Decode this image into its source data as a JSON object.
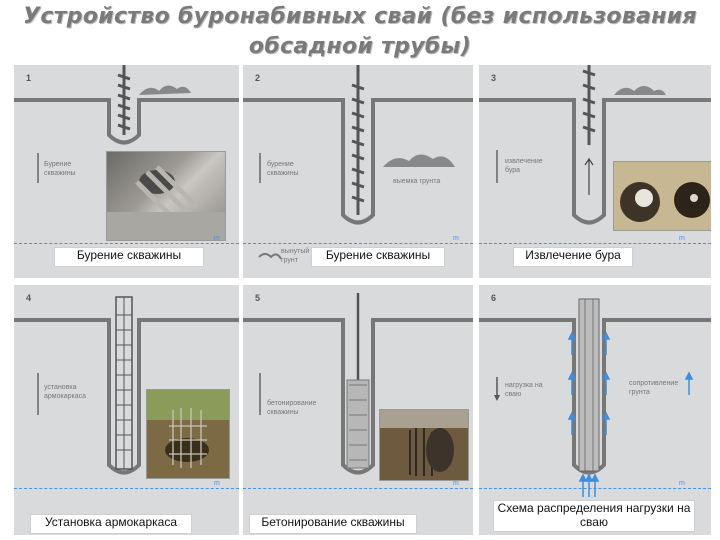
{
  "title": "Устройство буронабивных свай (без использования обсадной трубы)",
  "panels": [
    {
      "num": "1",
      "side_label": "Бурение скважины",
      "caption": "Бурение скважины",
      "mark": "m"
    },
    {
      "num": "2",
      "side_label": "бурение скважины",
      "side_label2": "выемка грунта",
      "side_label3": "вынутый грунт",
      "caption": "Бурение скважины",
      "mark": "m"
    },
    {
      "num": "3",
      "side_label": "извлечение бура",
      "caption": "Извлечение бура",
      "mark": "m"
    },
    {
      "num": "4",
      "side_label": "установка армокаркаса",
      "caption": "Установка армокаркаса",
      "mark": "m"
    },
    {
      "num": "5",
      "side_label": "бетонирование скважины",
      "caption": "Бетонирование скважины",
      "mark": "m"
    },
    {
      "num": "6",
      "side_label": "нагрузка на сваю",
      "side_label2": "сопротивление грунта",
      "caption": "Схема распределения нагрузки на сваю",
      "mark": "m"
    }
  ],
  "colors": {
    "panel_bg": "#d9dadb",
    "ground_line": "#777777",
    "dashed_line": "#4a90e2",
    "arrow_blue": "#3a8fe0"
  }
}
